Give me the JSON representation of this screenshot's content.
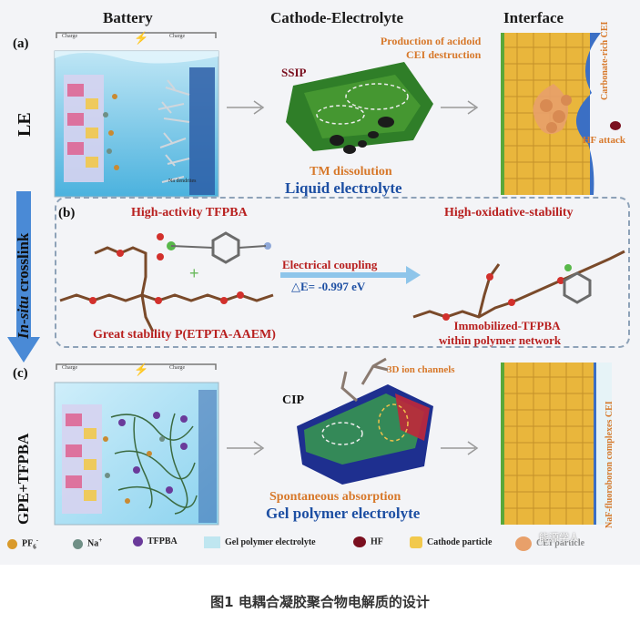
{
  "columns": {
    "battery": "Battery",
    "cathode_electrolyte": "Cathode-Electrolyte",
    "interface": "Interface"
  },
  "panel_a": {
    "letter": "(a)",
    "side_label": "LE",
    "charge_left": "Charge",
    "charge_right": "Charge",
    "na_dendrites": "Na dendrites",
    "ssip": "SSIP",
    "tm_dissolution": "TM dissolution",
    "liquid_electrolyte": "Liquid electrolyte",
    "production_line1": "Production of acidoid",
    "production_line2": "CEI destruction",
    "carbonate_rich": "Carbonate-rich CEI",
    "hf_attack": "HF attack"
  },
  "panel_b": {
    "letter": "(b)",
    "side_label_prefix": "In-situ",
    "side_label_suffix": " crosslink",
    "high_activity": "High-activity TFPBA",
    "great_stability": "Great stability P(ETPTA-AAEM)",
    "electrical_coupling": "Electrical coupling",
    "delta_e": "△E= -0.997 eV",
    "high_oxidative": "High-oxidative-stability",
    "immobilized_line1": "Immobilized-TFPBA",
    "immobilized_line2": "within polymer network"
  },
  "panel_c": {
    "letter": "(c)",
    "side_label": "GPE+TFPBA",
    "charge_left": "Charge",
    "charge_right": "Charge",
    "cip": "CIP",
    "ion_channels": "3D ion channels",
    "spontaneous": "Spontaneous absorption",
    "gel_polymer": "Gel polymer electrolyte",
    "naf_label": "NaF-fluoroboron complexes CEI"
  },
  "legend": {
    "pf6": "PF",
    "pf6_sub": "6",
    "pf6_sup": "-",
    "na": "Na",
    "na_sup": "+",
    "tfpba": "TFPBA",
    "gel": "Gel polymer electrolyte",
    "hf": "HF",
    "cathode_particle": "Cathode particle",
    "cei_particle": "CEI particle"
  },
  "watermark": "能源学人",
  "caption": "图1 电耦合凝胶聚合物电解质的设计",
  "colors": {
    "pf6": "#d99a2b",
    "na": "#6f8f86",
    "tfpba": "#6a3a9a",
    "hf": "#7a0f1f",
    "cathode": "#f2c94c",
    "cei": "#e8a06a",
    "orange_text": "#d7782a",
    "blue_text": "#1d4fa3",
    "red_text": "#b8201f"
  }
}
